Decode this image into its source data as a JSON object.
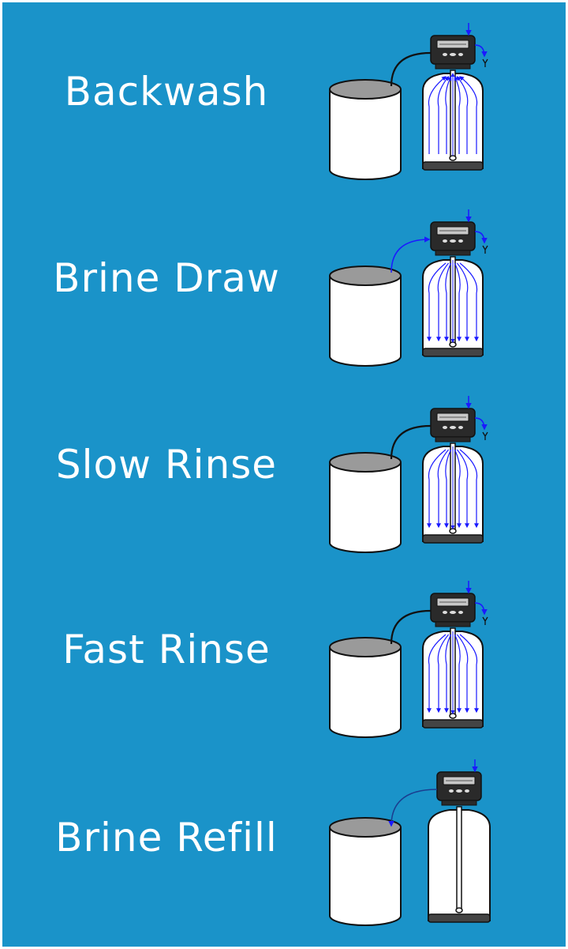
{
  "colors": {
    "background": "#1a93c9",
    "flow_arrow": "#1a1aff",
    "brine_tank_body": "#ffffff",
    "brine_tank_top": "#9a9a9a",
    "valve_head": "#2a2a2a",
    "display": "#c8c8c8"
  },
  "stages": [
    {
      "label": "Backwash",
      "flow": "up",
      "brine_line": "idle",
      "drain": true
    },
    {
      "label": "Brine Draw",
      "flow": "down",
      "brine_line": "draw",
      "drain": true
    },
    {
      "label": "Slow Rinse",
      "flow": "down",
      "brine_line": "idle",
      "drain": true
    },
    {
      "label": "Fast Rinse",
      "flow": "down",
      "brine_line": "idle",
      "drain": true
    },
    {
      "label": "Brine Refill",
      "flow": "none",
      "brine_line": "refill",
      "drain": false
    }
  ]
}
